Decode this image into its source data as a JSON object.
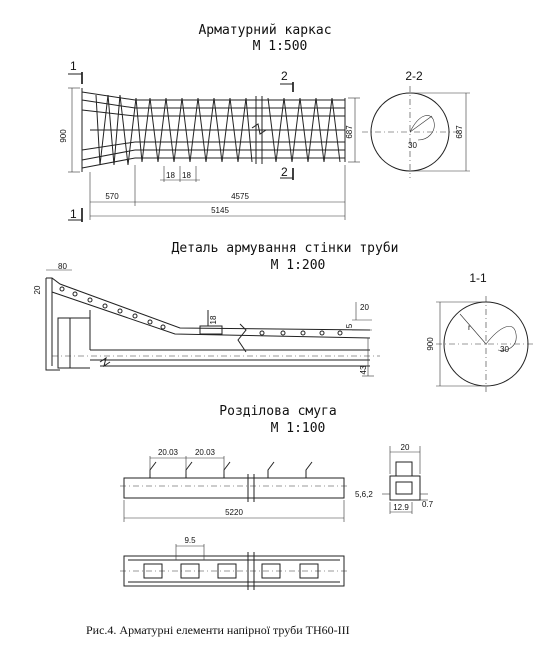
{
  "section1": {
    "title": "Арматурний каркас",
    "scale": "М 1:500",
    "dims": {
      "height_left": "900",
      "height_right": "687",
      "spacing_a": "18",
      "spacing_b": "18",
      "len_a": "570",
      "len_b": "4575",
      "len_total": "5145"
    },
    "cut_1": "1",
    "cut_2": "2",
    "section_label": "2-2",
    "section_height": "687",
    "section_angle": "30"
  },
  "section2": {
    "title": "Деталь армування стінки труби",
    "scale": "М 1:200",
    "dims": {
      "top_80": "80",
      "left_20": "20",
      "rebar_18": "18",
      "right_20": "20",
      "right_5": "5",
      "right_43": "43"
    },
    "section_label": "1-1",
    "section_height": "900",
    "section_r": "r",
    "section_angle": "30"
  },
  "section3": {
    "title": "Розділова смуга",
    "scale": "М 1:100",
    "dims": {
      "pitch_a": "20.03",
      "pitch_b": "20.03",
      "length": "5220",
      "hole_pitch": "9.5",
      "profile_top": "20",
      "profile_side": "5,6,2",
      "profile_right": "0.7",
      "profile_bottom": "12.9"
    }
  },
  "caption": "Рис.4. Арматурні елементи напірної труби ТН60-ІІІ"
}
